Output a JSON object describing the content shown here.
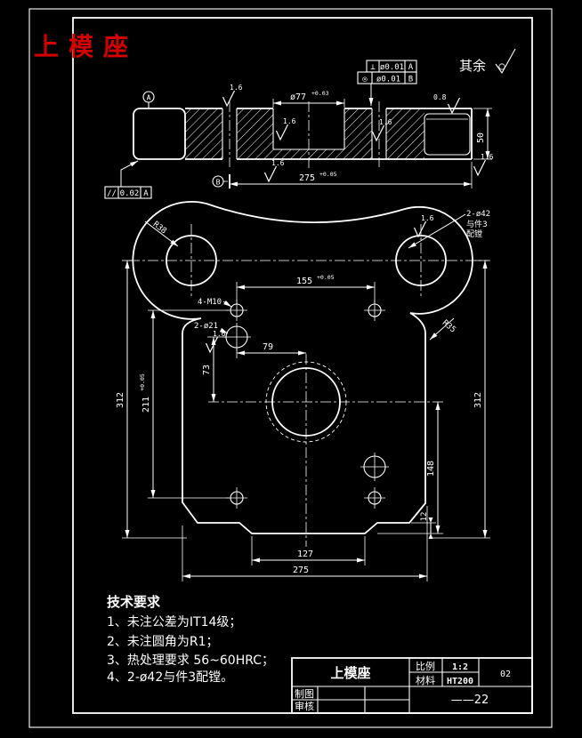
{
  "stamp": {
    "title": "上模座"
  },
  "general_note": {
    "label": "其余"
  },
  "colors": {
    "background": "#000000",
    "line": "#ffffff",
    "stamp_red": "#d40000"
  },
  "tolerance_frames": {
    "perpendicularity": {
      "symbol": "⊥",
      "value": "ø0.01",
      "datum": "A"
    },
    "coaxiality": {
      "symbol": "◎",
      "value": "ø0.01",
      "datum": "B"
    },
    "parallelism": {
      "symbol": "//",
      "value": "0.02",
      "datum": "A"
    }
  },
  "datums": {
    "a": "A",
    "b": "B"
  },
  "roughness": {
    "fine": "1.6",
    "extra_fine": "0.8"
  },
  "section_view": {
    "dia_77": "ø77",
    "dia_77_tol": "+0.03",
    "len_275": "275",
    "len_275_tol": "+0.05",
    "height_50": "50"
  },
  "plan_view": {
    "dim_155": "155",
    "dim_155_tol": "+0.05",
    "dim_79": "79",
    "dim_73": "73",
    "dim_211": "211",
    "dim_211_tol": "+0.05",
    "dim_312_left": "312",
    "dim_312_right": "312",
    "dim_148": "148",
    "dim_12": "12",
    "dim_127": "127",
    "dim_275": "275",
    "radius_r38": "R38",
    "radius_r35": "R35",
    "note_2_d42": "2-ø42",
    "note_2_d42_line1": "与件3",
    "note_2_d42_line2": "配镗",
    "note_4_m10": "4-M10",
    "note_2_d21": "2-ø21"
  },
  "tech_requirements": {
    "title": "技术要求",
    "line1": "1、未注公差为IT14级；",
    "line2": "2、未注圆角为R1；",
    "line3": "3、热处理要求 56~60HRC；",
    "line4": "4、2-ø42与件3配镗。"
  },
  "title_block": {
    "part_name": "上模座",
    "scale_label": "比例",
    "scale_value": "1:2",
    "material_label": "材料",
    "material_value": "HT200",
    "drawing_no": "02",
    "sheet_note": "——22",
    "drawn_label": "制图",
    "checked_label": "审核"
  }
}
